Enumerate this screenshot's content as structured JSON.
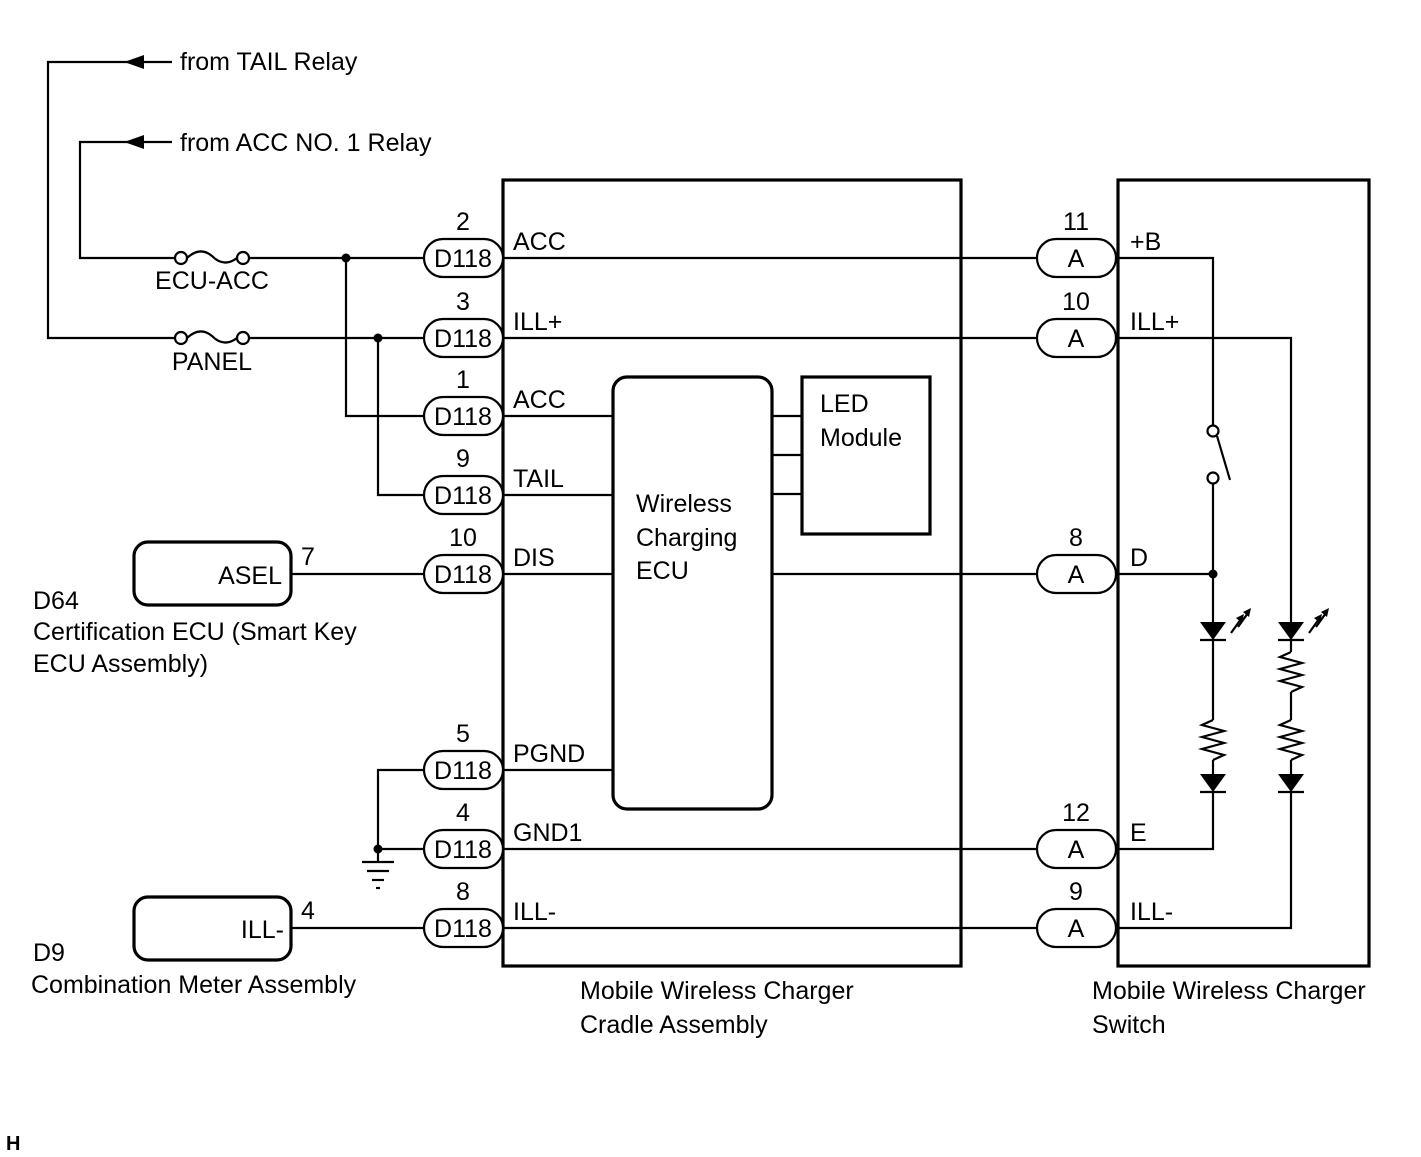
{
  "sources": {
    "tail_relay": "from TAIL Relay",
    "acc_relay": "from ACC NO. 1 Relay"
  },
  "fuses": {
    "ecu_acc": "ECU-ACC",
    "panel": "PANEL"
  },
  "cradle": {
    "connector": "D118",
    "pins": [
      {
        "num": "2",
        "signal": "ACC"
      },
      {
        "num": "3",
        "signal": "ILL+"
      },
      {
        "num": "1",
        "signal": "ACC"
      },
      {
        "num": "9",
        "signal": "TAIL"
      },
      {
        "num": "10",
        "signal": "DIS"
      },
      {
        "num": "5",
        "signal": "PGND"
      },
      {
        "num": "4",
        "signal": "GND1"
      },
      {
        "num": "8",
        "signal": "ILL-"
      }
    ],
    "ecu_label": [
      "Wireless",
      "Charging",
      "ECU"
    ],
    "led_module_label": [
      "LED",
      "Module"
    ],
    "name_lines": [
      "Mobile Wireless Charger",
      "Cradle Assembly"
    ]
  },
  "switch": {
    "connector": "A",
    "pins": [
      {
        "num": "11",
        "signal": "+B"
      },
      {
        "num": "10",
        "signal": "ILL+"
      },
      {
        "num": "8",
        "signal": "D"
      },
      {
        "num": "12",
        "signal": "E"
      },
      {
        "num": "9",
        "signal": "ILL-"
      }
    ],
    "name_lines": [
      "Mobile Wireless Charger",
      "Switch"
    ]
  },
  "certification_ecu": {
    "pin_label": "ASEL",
    "pin_num": "7",
    "code": "D64",
    "name_lines": [
      "Certification ECU (Smart Key",
      "ECU Assembly)"
    ]
  },
  "combination_meter": {
    "pin_label": "ILL-",
    "pin_num": "4",
    "code": "D9",
    "name": "Combination Meter Assembly"
  },
  "corner_mark": "H"
}
